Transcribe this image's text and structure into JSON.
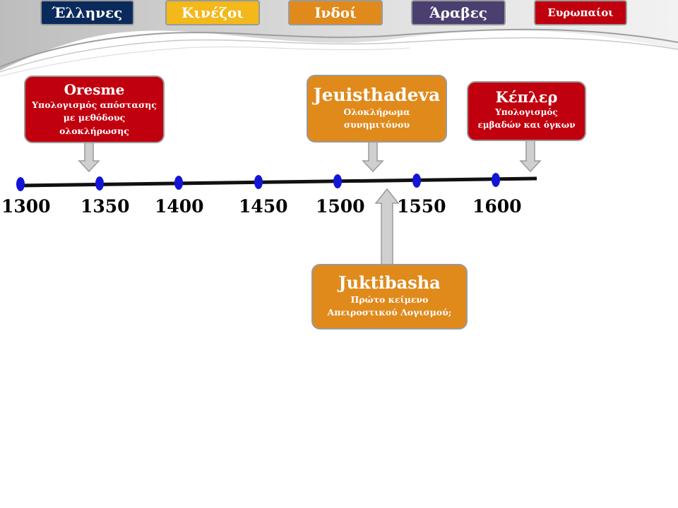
{
  "tabs": {
    "greeks": "Έλληνες",
    "chinese": "Κινέζοι",
    "indians": "Ινδοί",
    "arabs": "Άραβες",
    "europeans": "Ευρωπαίοι"
  },
  "events": {
    "oresme": {
      "title": "Oresme",
      "lines": [
        "Υπολογισμός απόστασης",
        "με μεθόδους",
        "ολοκλήρωσης"
      ],
      "year": 1345
    },
    "jeuisthadeva": {
      "title": "Jeuisthadeva",
      "lines": [
        "Ολοκλήρωμα",
        "συνημιτόνου"
      ],
      "year": 1522
    },
    "kepler": {
      "title": "Κέπλερ",
      "lines": [
        "Υπολογισμός",
        "εμβαδών και όγκων"
      ],
      "year": 1622
    },
    "juktibasha": {
      "title": "Juktibasha",
      "lines": [
        "Πρώτο κείμενο",
        "Απειροστικού Λογισμού;"
      ],
      "year": 1530
    }
  },
  "timeline": {
    "years": [
      "1300",
      "1350",
      "1400",
      "1450",
      "1500",
      "1550",
      "1600"
    ],
    "colors": {
      "line": "#111111",
      "dot": "#1414d6",
      "arrow": "#c8c8c8"
    }
  }
}
